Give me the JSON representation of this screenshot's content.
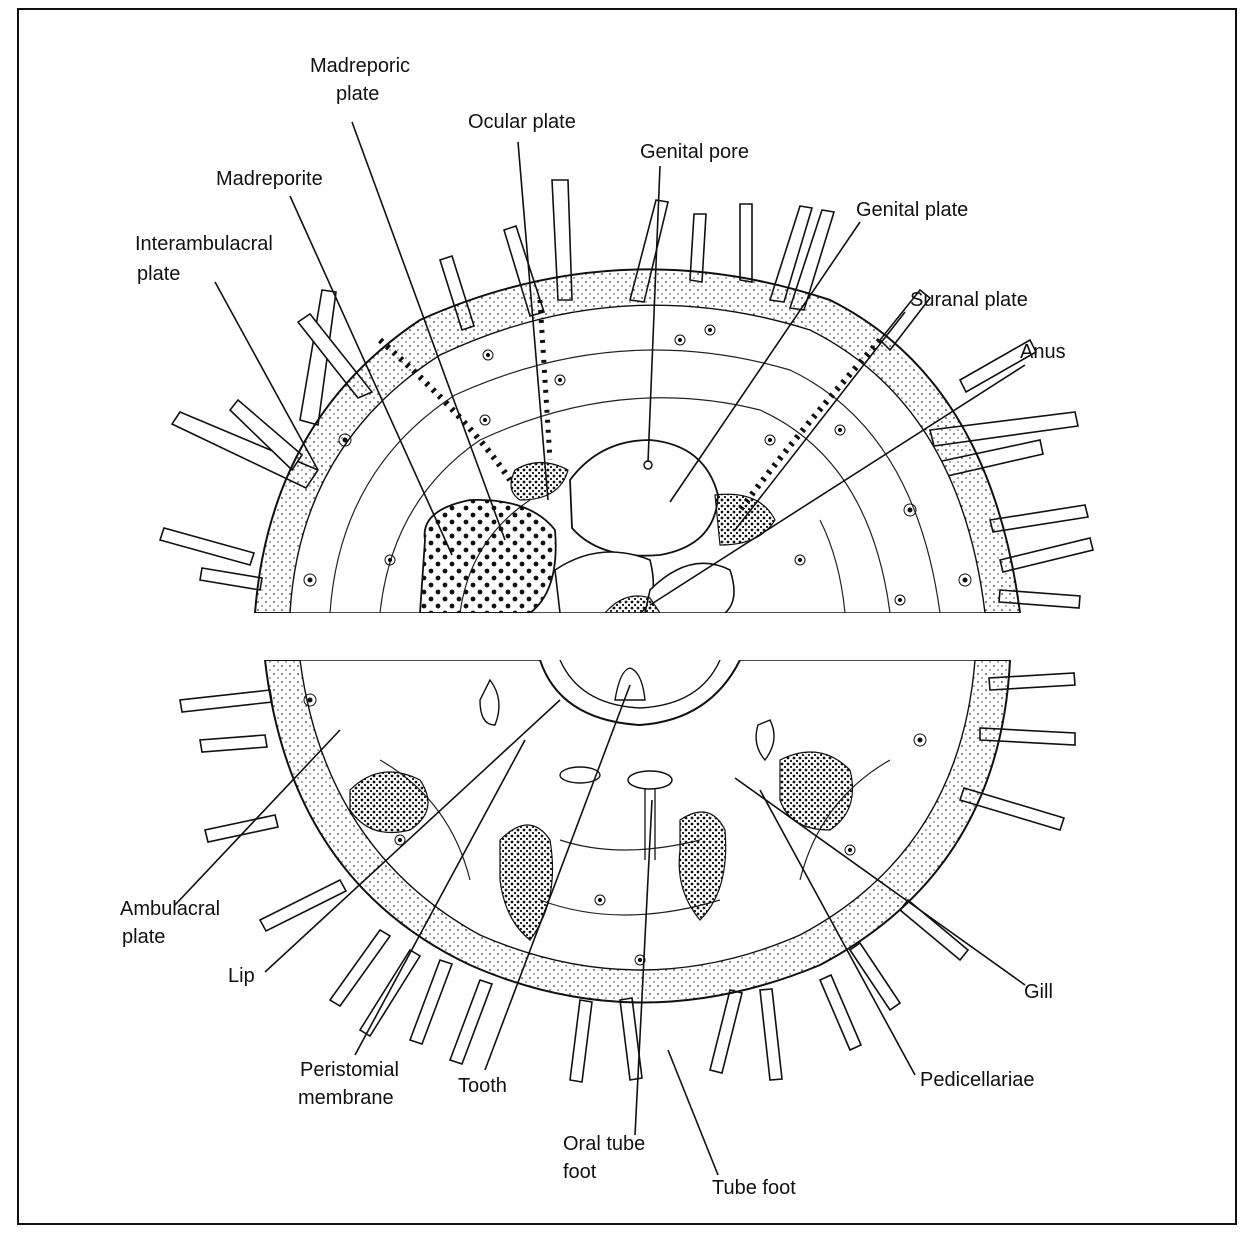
{
  "diagram": {
    "labels": {
      "madreporic_plate": [
        "Madreporic",
        "plate"
      ],
      "ocular_plate": "Ocular plate",
      "genital_pore": "Genital pore",
      "madreporite": "Madreporite",
      "genital_plate": "Genital plate",
      "interambulacral_plate": [
        "Interambulacral",
        "plate"
      ],
      "suranal_plate": "Suranal plate",
      "anus": "Anus",
      "ambulacral_plate": [
        "Ambulacral",
        "plate"
      ],
      "lip": "Lip",
      "gill": "Gill",
      "peristomial_membrane": [
        "Peristomial",
        "membrane"
      ],
      "tooth": "Tooth",
      "pedicellariae": "Pedicellariae",
      "oral_tube_foot": [
        "Oral tube",
        "foot"
      ],
      "tube_foot": "Tube foot"
    }
  }
}
